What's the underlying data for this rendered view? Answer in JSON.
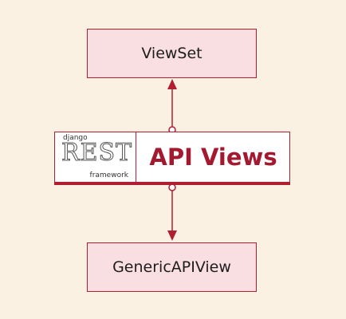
{
  "colors": {
    "background": "#fbf1e3",
    "node_fill": "#f9dfe2",
    "accent": "#b01e32",
    "title": "#a3192f"
  },
  "nodes": {
    "top": {
      "label": "ViewSet"
    },
    "bottom": {
      "label": "GenericAPIView"
    }
  },
  "central": {
    "logo_top": "django",
    "logo_mid": "REST",
    "logo_bottom": "framework",
    "title": "API Views"
  }
}
